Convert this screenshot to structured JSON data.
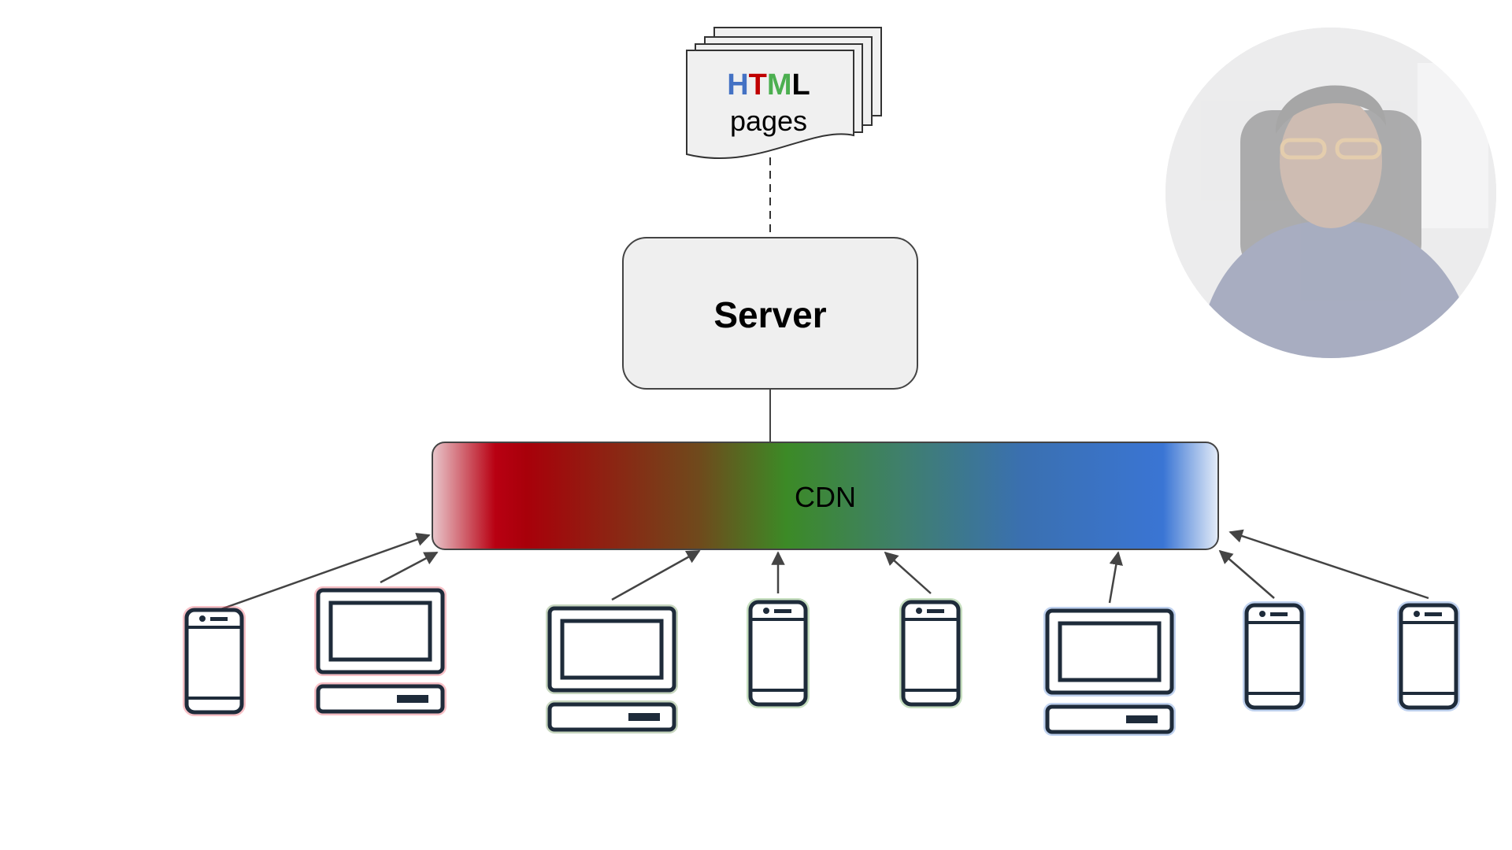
{
  "html_pages": {
    "letters": [
      {
        "char": "H",
        "color": "#4472c4"
      },
      {
        "char": "T",
        "color": "#c00000"
      },
      {
        "char": "M",
        "color": "#4caf50"
      },
      {
        "char": "L",
        "color": "#000000"
      }
    ],
    "sub": "pages"
  },
  "server": {
    "label": "Server"
  },
  "cdn": {
    "label": "CDN",
    "gradient": [
      "#e9c7cc",
      "#b80012",
      "#a8000a",
      "#6f4a1c",
      "#3c8a26",
      "#3f7f6e",
      "#3a70b0",
      "#3a75d4",
      "#e4ecf8"
    ]
  },
  "devices": [
    {
      "type": "phone",
      "color": "#e84b5c"
    },
    {
      "type": "desktop",
      "color": "#e84b5c"
    },
    {
      "type": "desktop",
      "color": "#5f8a48"
    },
    {
      "type": "phone",
      "color": "#5fa34a"
    },
    {
      "type": "phone",
      "color": "#5fa34a"
    },
    {
      "type": "desktop",
      "color": "#4a7fd1"
    },
    {
      "type": "phone",
      "color": "#4a7fd1"
    },
    {
      "type": "phone",
      "color": "#4a7fd1"
    }
  ],
  "icons": {
    "presenter": "presenter-video-avatar"
  }
}
